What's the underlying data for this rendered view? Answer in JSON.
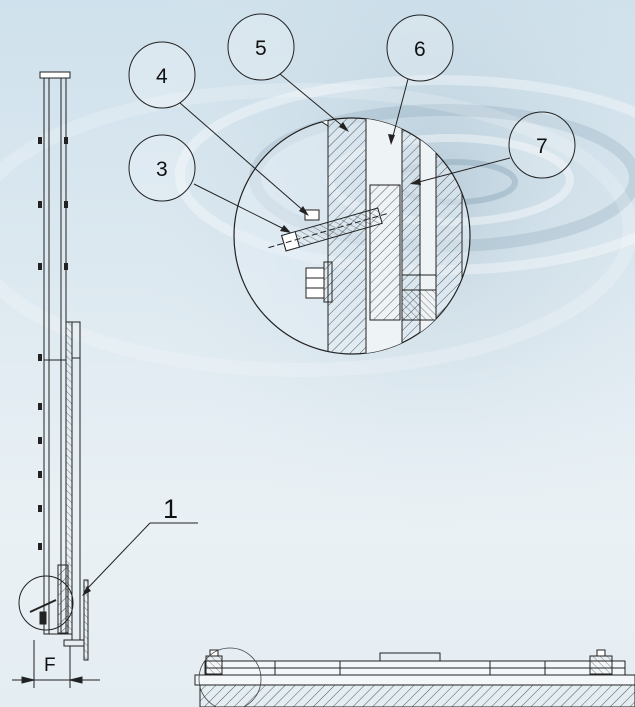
{
  "callouts": {
    "c1": "1",
    "c3": "3",
    "c4": "4",
    "c5": "5",
    "c6": "6",
    "c7": "7"
  },
  "dimension": {
    "label": "F"
  }
}
